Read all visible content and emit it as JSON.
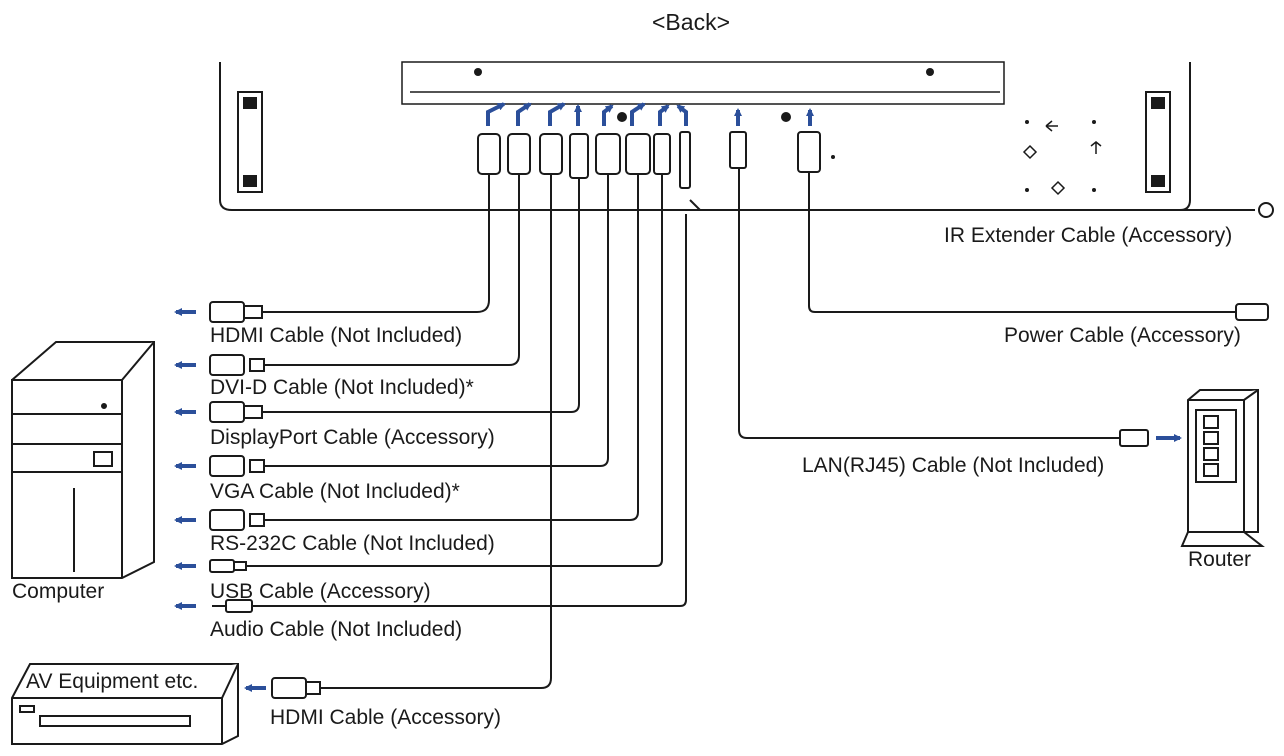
{
  "title": "<Back>",
  "labels": {
    "ir_extender": "IR Extender Cable (Accessory)",
    "power": "Power Cable (Accessory)",
    "lan": "LAN(RJ45) Cable (Not Included)",
    "router": "Router",
    "computer": "Computer",
    "av_equipment": "AV Equipment etc.",
    "hdmi_not_included": "HDMI Cable (Not Included)",
    "dvi": "DVI-D Cable (Not Included)*",
    "displayport": "DisplayPort Cable (Accessory)",
    "vga": "VGA Cable (Not Included)*",
    "rs232c": "RS-232C Cable (Not Included)",
    "usb": "USB Cable (Accessory)",
    "audio": "Audio Cable (Not Included)",
    "hdmi_accessory": "HDMI Cable (Accessory)"
  },
  "colors": {
    "line": "#1a1a1a",
    "arrow": "#2b4f9a",
    "cable_fill": "#ffffff"
  }
}
